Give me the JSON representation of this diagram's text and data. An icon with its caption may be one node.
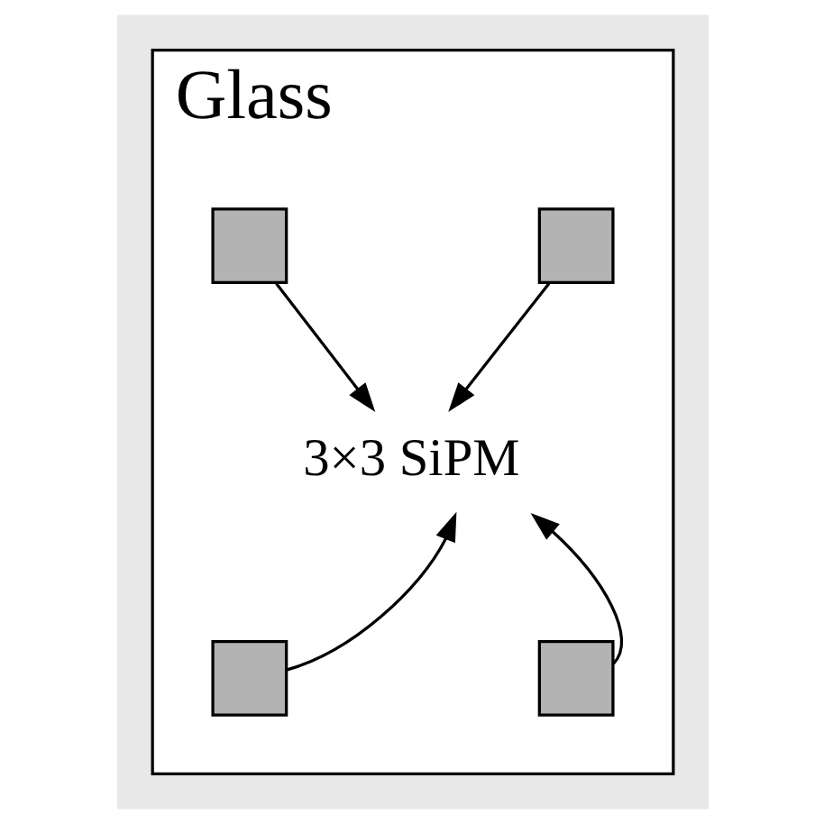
{
  "diagram": {
    "nodes": [
      {
        "text": [
          "Glass"
        ]
      },
      {
        "text": [],
        "shape": "box",
        "in": 0
      },
      {
        "text": [],
        "shape": "box",
        "in": 0
      },
      {
        "text": [
          "3×3 SiPM"
        ],
        "in": 0
      },
      {
        "text": [],
        "shape": "box",
        "in": 0
      },
      {
        "text": [],
        "shape": "box",
        "in": 0
      }
    ],
    "edges": [
      {
        "from": 1,
        "to": 3,
        "arrow": "to"
      },
      {
        "from": 2,
        "to": 3,
        "arrow": "to"
      },
      {
        "from": 4,
        "to": 3,
        "arrow": "to"
      },
      {
        "from": 5,
        "to": 3,
        "arrow": "to"
      }
    ]
  }
}
